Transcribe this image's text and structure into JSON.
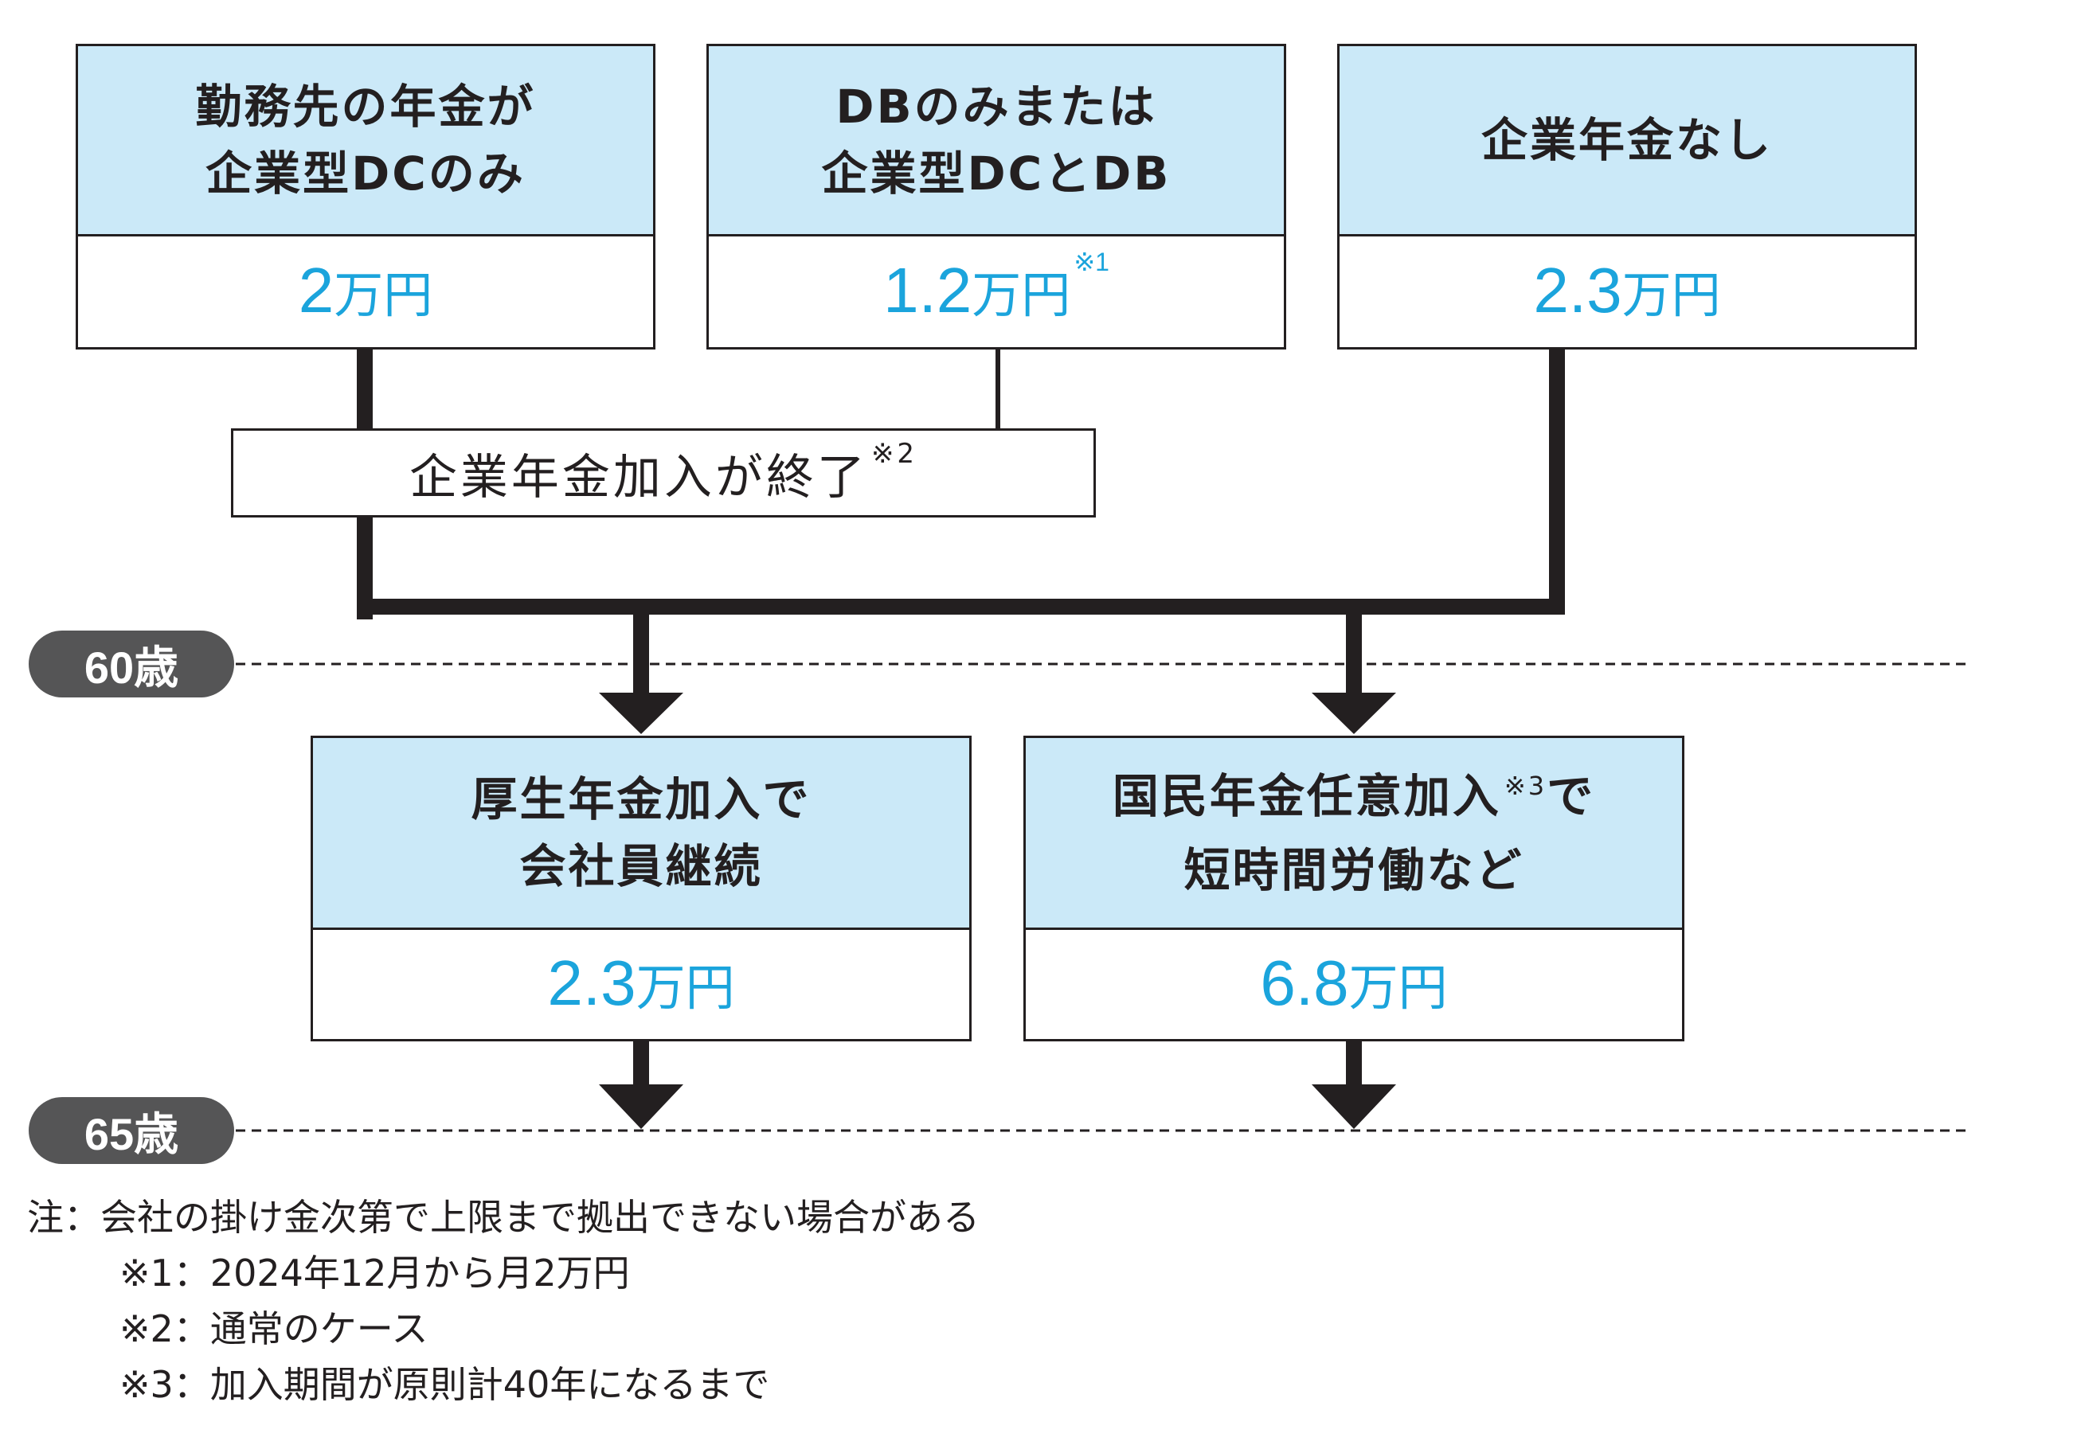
{
  "boxes": {
    "dc_only": {
      "title_line1": "勤務先の年金が",
      "title_line2": "企業型DCのみ",
      "value_num": "2",
      "value_unit": "万円",
      "value_note": ""
    },
    "db": {
      "title_line1": "DBのみまたは",
      "title_line2": "企業型DCとDB",
      "value_num": "1.2",
      "value_unit": "万円",
      "value_note": "※1"
    },
    "none": {
      "title_line1": "企業年金なし",
      "title_line2": "",
      "value_num": "2.3",
      "value_unit": "万円",
      "value_note": ""
    },
    "kosei": {
      "title_line1": "厚生年金加入で",
      "title_line2": "会社員継続",
      "value_num": "2.3",
      "value_unit": "万円",
      "value_note": ""
    },
    "kokumin": {
      "title_line1_pre": "国民年金任意加入",
      "title_line1_note": "※3",
      "title_line1_post": "で",
      "title_line2": "短時間労働など",
      "value_num": "6.8",
      "value_unit": "万円",
      "value_note": ""
    }
  },
  "end_label": {
    "text": "企業年金加入が終了",
    "note": "※2"
  },
  "ages": {
    "age60": "60歳",
    "age65": "65歳"
  },
  "notes": {
    "main": "注：会社の掛け金次第で上限まで拠出できない場合がある",
    "n1": "※1：2024年12月から月2万円",
    "n2": "※2：通常のケース",
    "n3": "※3：加入期間が原則計40年になるまで"
  },
  "colors": {
    "header_fill": "#cbe9f8",
    "value_text": "#1ba4dc",
    "line": "#231f20",
    "age_pill": "#555556"
  }
}
